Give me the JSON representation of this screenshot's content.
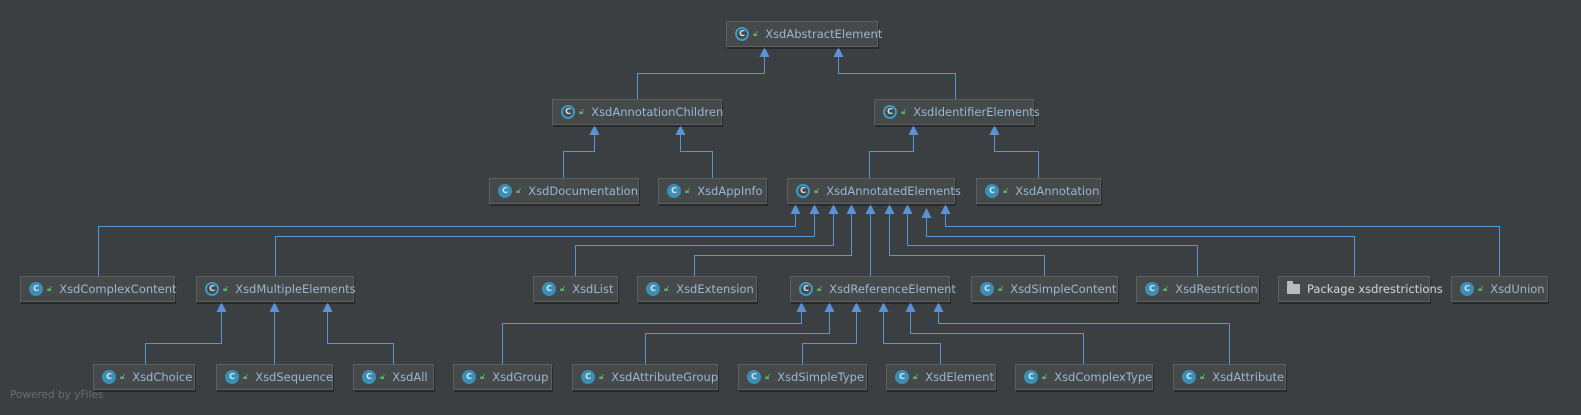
{
  "footer": {
    "powered_by": "Powered by yFiles"
  },
  "icon_colors": {
    "class": "#3b8fb5",
    "edge": "#5b94d6",
    "lock": "#5fb16a",
    "package": "#b9bcbe"
  },
  "nodes": [
    {
      "id": "abstract_element",
      "label": "XsdAbstractElement",
      "kind": "abstract-class",
      "icon": "abstract-class-icon"
    },
    {
      "id": "annotation_children",
      "label": "XsdAnnotationChildren",
      "kind": "abstract-class",
      "icon": "abstract-class-icon"
    },
    {
      "id": "identifier_elements",
      "label": "XsdIdentifierElements",
      "kind": "abstract-class",
      "icon": "abstract-class-icon"
    },
    {
      "id": "documentation",
      "label": "XsdDocumentation",
      "kind": "class",
      "icon": "class-icon"
    },
    {
      "id": "appinfo",
      "label": "XsdAppInfo",
      "kind": "class",
      "icon": "class-icon"
    },
    {
      "id": "annotated_elements",
      "label": "XsdAnnotatedElements",
      "kind": "abstract-class",
      "icon": "abstract-class-icon"
    },
    {
      "id": "annotation",
      "label": "XsdAnnotation",
      "kind": "class",
      "icon": "class-icon"
    },
    {
      "id": "complex_content",
      "label": "XsdComplexContent",
      "kind": "class",
      "icon": "class-icon"
    },
    {
      "id": "multiple_elements",
      "label": "XsdMultipleElements",
      "kind": "abstract-class",
      "icon": "abstract-class-icon"
    },
    {
      "id": "list",
      "label": "XsdList",
      "kind": "class",
      "icon": "class-icon"
    },
    {
      "id": "extension",
      "label": "XsdExtension",
      "kind": "class",
      "icon": "class-icon"
    },
    {
      "id": "reference_element",
      "label": "XsdReferenceElement",
      "kind": "abstract-class",
      "icon": "abstract-class-icon"
    },
    {
      "id": "simple_content",
      "label": "XsdSimpleContent",
      "kind": "class",
      "icon": "class-icon"
    },
    {
      "id": "restriction",
      "label": "XsdRestriction",
      "kind": "class",
      "icon": "class-icon"
    },
    {
      "id": "package_xsdrestrictions",
      "label": "Package xsdrestrictions",
      "kind": "package",
      "icon": "folder-icon"
    },
    {
      "id": "union",
      "label": "XsdUnion",
      "kind": "class",
      "icon": "class-icon"
    },
    {
      "id": "choice",
      "label": "XsdChoice",
      "kind": "class",
      "icon": "class-icon"
    },
    {
      "id": "sequence",
      "label": "XsdSequence",
      "kind": "class",
      "icon": "class-icon"
    },
    {
      "id": "all",
      "label": "XsdAll",
      "kind": "class",
      "icon": "class-icon"
    },
    {
      "id": "group",
      "label": "XsdGroup",
      "kind": "class",
      "icon": "class-icon"
    },
    {
      "id": "attribute_group",
      "label": "XsdAttributeGroup",
      "kind": "class",
      "icon": "class-icon"
    },
    {
      "id": "simple_type",
      "label": "XsdSimpleType",
      "kind": "class",
      "icon": "class-icon"
    },
    {
      "id": "element",
      "label": "XsdElement",
      "kind": "class",
      "icon": "class-icon"
    },
    {
      "id": "complex_type",
      "label": "XsdComplexType",
      "kind": "class",
      "icon": "class-icon"
    },
    {
      "id": "attribute",
      "label": "XsdAttribute",
      "kind": "class",
      "icon": "class-icon"
    }
  ],
  "edges": [
    {
      "from": "annotation_children",
      "to": "abstract_element"
    },
    {
      "from": "identifier_elements",
      "to": "abstract_element"
    },
    {
      "from": "documentation",
      "to": "annotation_children"
    },
    {
      "from": "appinfo",
      "to": "annotation_children"
    },
    {
      "from": "annotated_elements",
      "to": "identifier_elements"
    },
    {
      "from": "annotation",
      "to": "identifier_elements"
    },
    {
      "from": "complex_content",
      "to": "annotated_elements"
    },
    {
      "from": "multiple_elements",
      "to": "annotated_elements"
    },
    {
      "from": "list",
      "to": "annotated_elements"
    },
    {
      "from": "extension",
      "to": "annotated_elements"
    },
    {
      "from": "reference_element",
      "to": "annotated_elements"
    },
    {
      "from": "simple_content",
      "to": "annotated_elements"
    },
    {
      "from": "restriction",
      "to": "annotated_elements"
    },
    {
      "from": "union",
      "to": "annotated_elements"
    },
    {
      "from": "choice",
      "to": "multiple_elements"
    },
    {
      "from": "sequence",
      "to": "multiple_elements"
    },
    {
      "from": "all",
      "to": "multiple_elements"
    },
    {
      "from": "group",
      "to": "reference_element"
    },
    {
      "from": "attribute_group",
      "to": "reference_element"
    },
    {
      "from": "simple_type",
      "to": "reference_element"
    },
    {
      "from": "element",
      "to": "reference_element"
    },
    {
      "from": "complex_type",
      "to": "reference_element"
    },
    {
      "from": "attribute",
      "to": "reference_element"
    }
  ]
}
